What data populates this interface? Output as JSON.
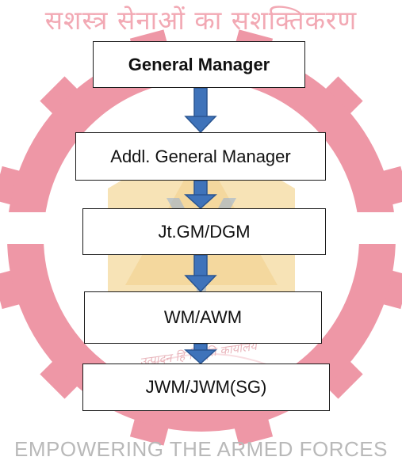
{
  "header_hindi": "सशस्त्र सेनाओं का सशक्तिकरण",
  "motto_hindi": "उत्पादन हि विभूति कार्यालय",
  "footer": "EMPOWERING THE ARMED FORCES",
  "nodes": [
    {
      "id": "gm",
      "label": "General Manager",
      "bold": true
    },
    {
      "id": "agm",
      "label": "Addl. General Manager",
      "bold": false
    },
    {
      "id": "dgm",
      "label": "Jt.GM/DGM",
      "bold": false
    },
    {
      "id": "wm",
      "label": "WM/AWM",
      "bold": false
    },
    {
      "id": "jwm",
      "label": "JWM/JWM(SG)",
      "bold": false
    }
  ],
  "colors": {
    "gear": "#ee97a6",
    "emblem": "#f7e3b6",
    "arrow_fill": "#3f73ba",
    "arrow_stroke": "#2a5591"
  }
}
